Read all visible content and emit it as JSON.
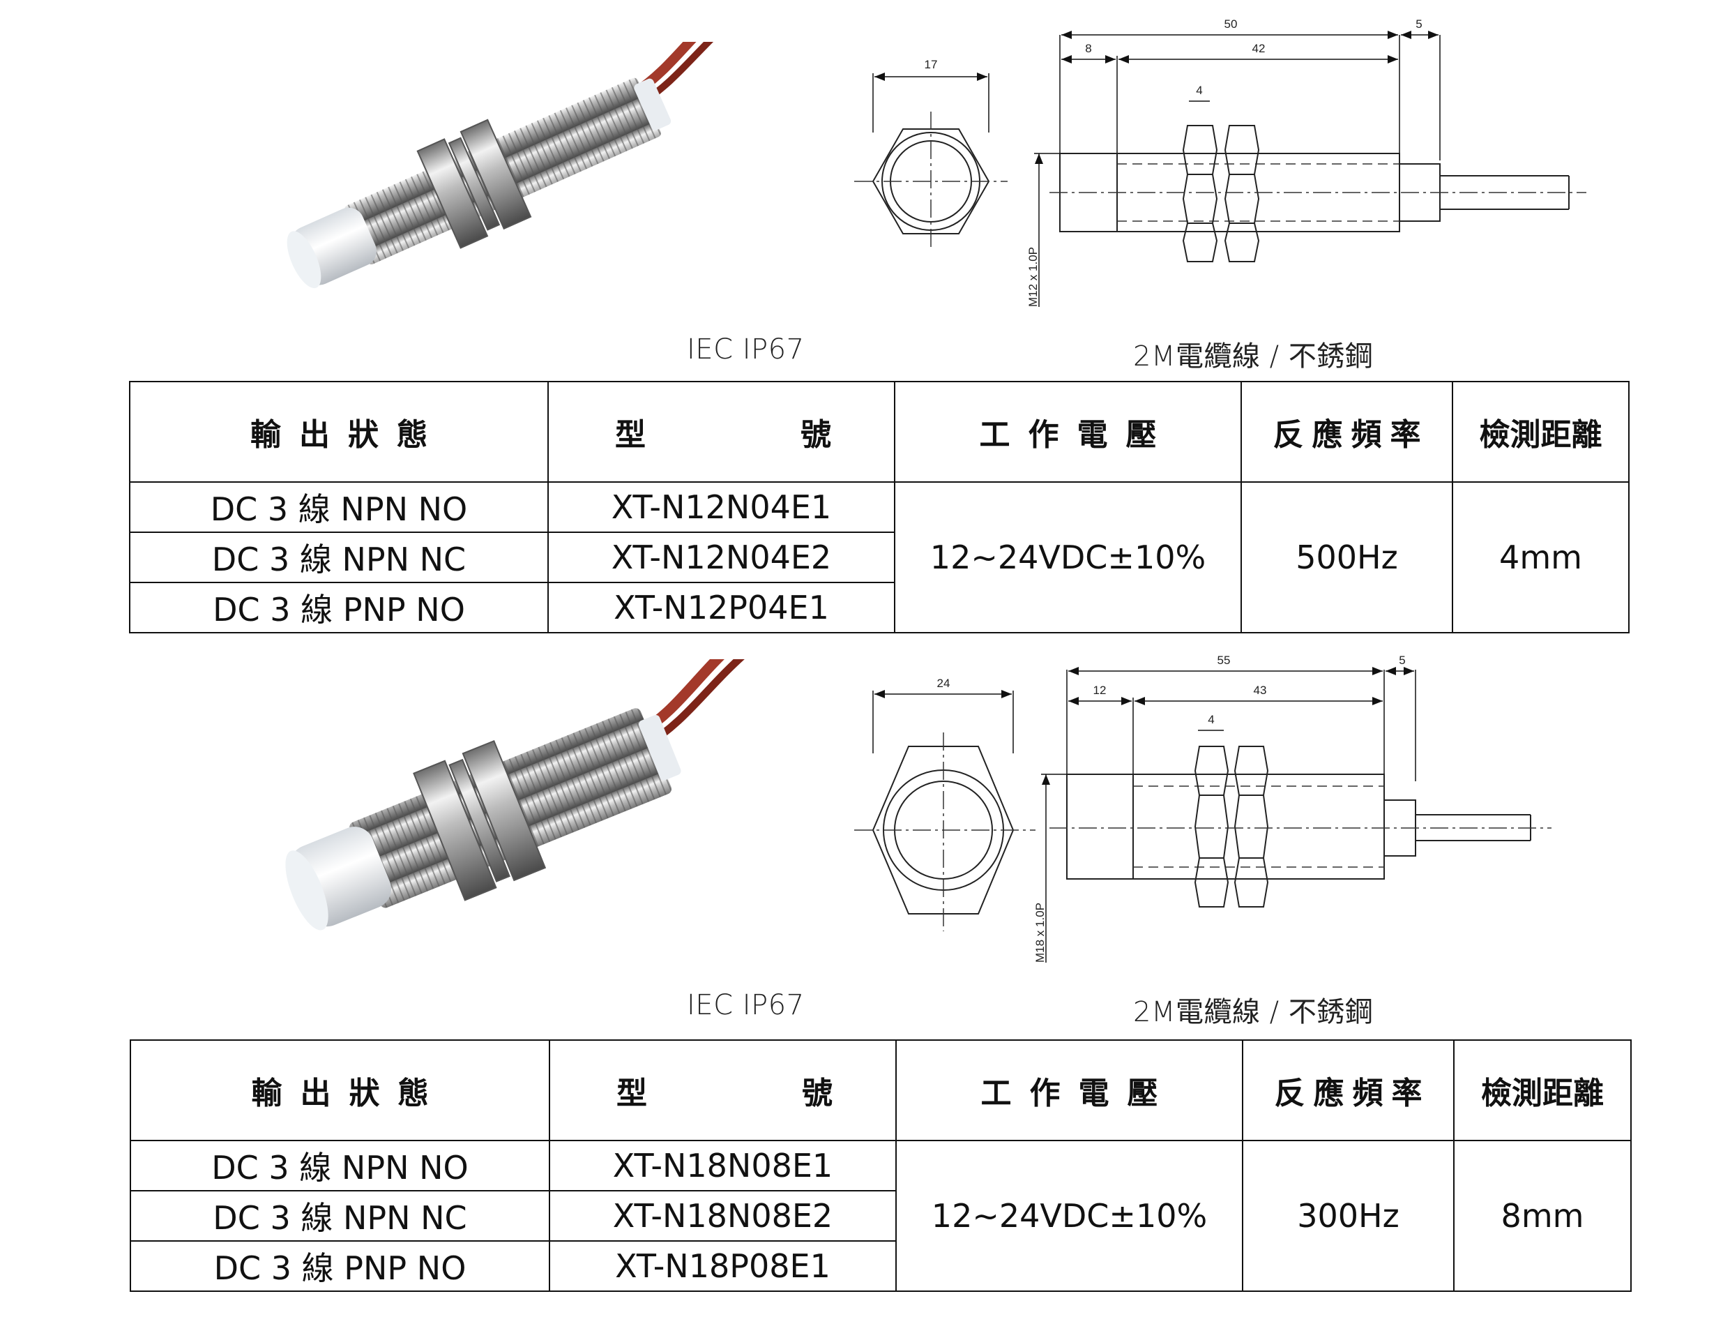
{
  "sections": [
    {
      "caption_left": "IEC IP67",
      "caption_right": "2M電纜線 / 不銹鋼",
      "drawing": {
        "front_dim": "17",
        "total_length": "50",
        "head_length": "8",
        "body_length": "42",
        "cable_length": "5",
        "nut_width": "4",
        "thread": "M12 x 1.0P"
      },
      "table": {
        "headers": [
          "輸出狀態",
          "型號",
          "工作電壓",
          "反應頻率",
          "檢測距離"
        ],
        "header_model_left": "型",
        "header_model_right": "號",
        "rows": [
          {
            "output": "DC 3 線 NPN NO",
            "model": "XT-N12N04E1"
          },
          {
            "output": "DC 3 線 NPN NC",
            "model": "XT-N12N04E2"
          },
          {
            "output": "DC 3 線 PNP NO",
            "model": "XT-N12P04E1"
          }
        ],
        "voltage": "12~24VDC±10%",
        "frequency": "500Hz",
        "distance": "4mm"
      }
    },
    {
      "caption_left": "IEC IP67",
      "caption_right": "2M電纜線 / 不銹鋼",
      "drawing": {
        "front_dim": "24",
        "total_length": "55",
        "head_length": "12",
        "body_length": "43",
        "cable_length": "5",
        "nut_width": "4",
        "thread": "M18 x 1.0P"
      },
      "table": {
        "headers": [
          "輸出狀態",
          "型號",
          "工作電壓",
          "反應頻率",
          "檢測距離"
        ],
        "header_model_left": "型",
        "header_model_right": "號",
        "rows": [
          {
            "output": "DC 3 線 NPN NO",
            "model": "XT-N18N08E1"
          },
          {
            "output": "DC 3 線 NPN NC",
            "model": "XT-N18N08E2"
          },
          {
            "output": "DC 3 線 PNP NO",
            "model": "XT-N18P08E1"
          }
        ],
        "voltage": "12~24VDC±10%",
        "frequency": "300Hz",
        "distance": "8mm"
      }
    }
  ]
}
